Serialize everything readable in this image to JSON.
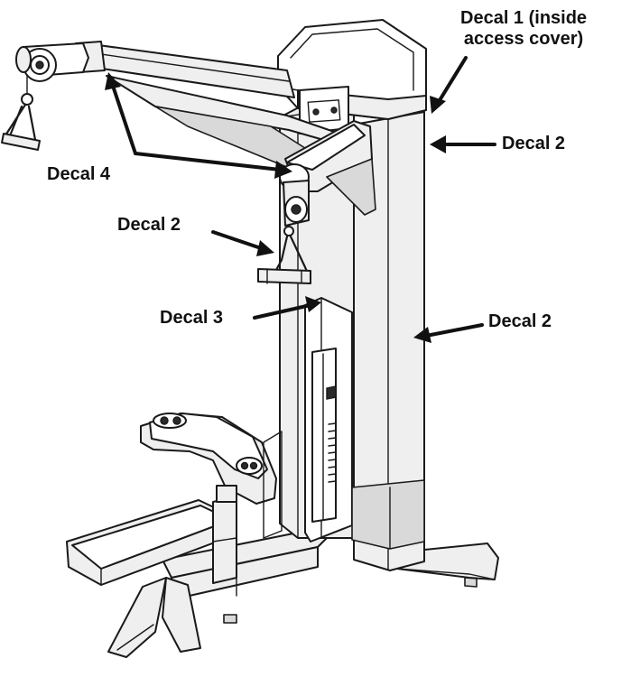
{
  "labels": {
    "decal1_line1": "Decal 1 (inside",
    "decal1_line2": "access cover)",
    "decal2_upper_right": "Decal 2",
    "decal4": "Decal 4",
    "decal2_left": "Decal 2",
    "decal3": "Decal 3",
    "decal2_lower_right": "Decal 2"
  }
}
